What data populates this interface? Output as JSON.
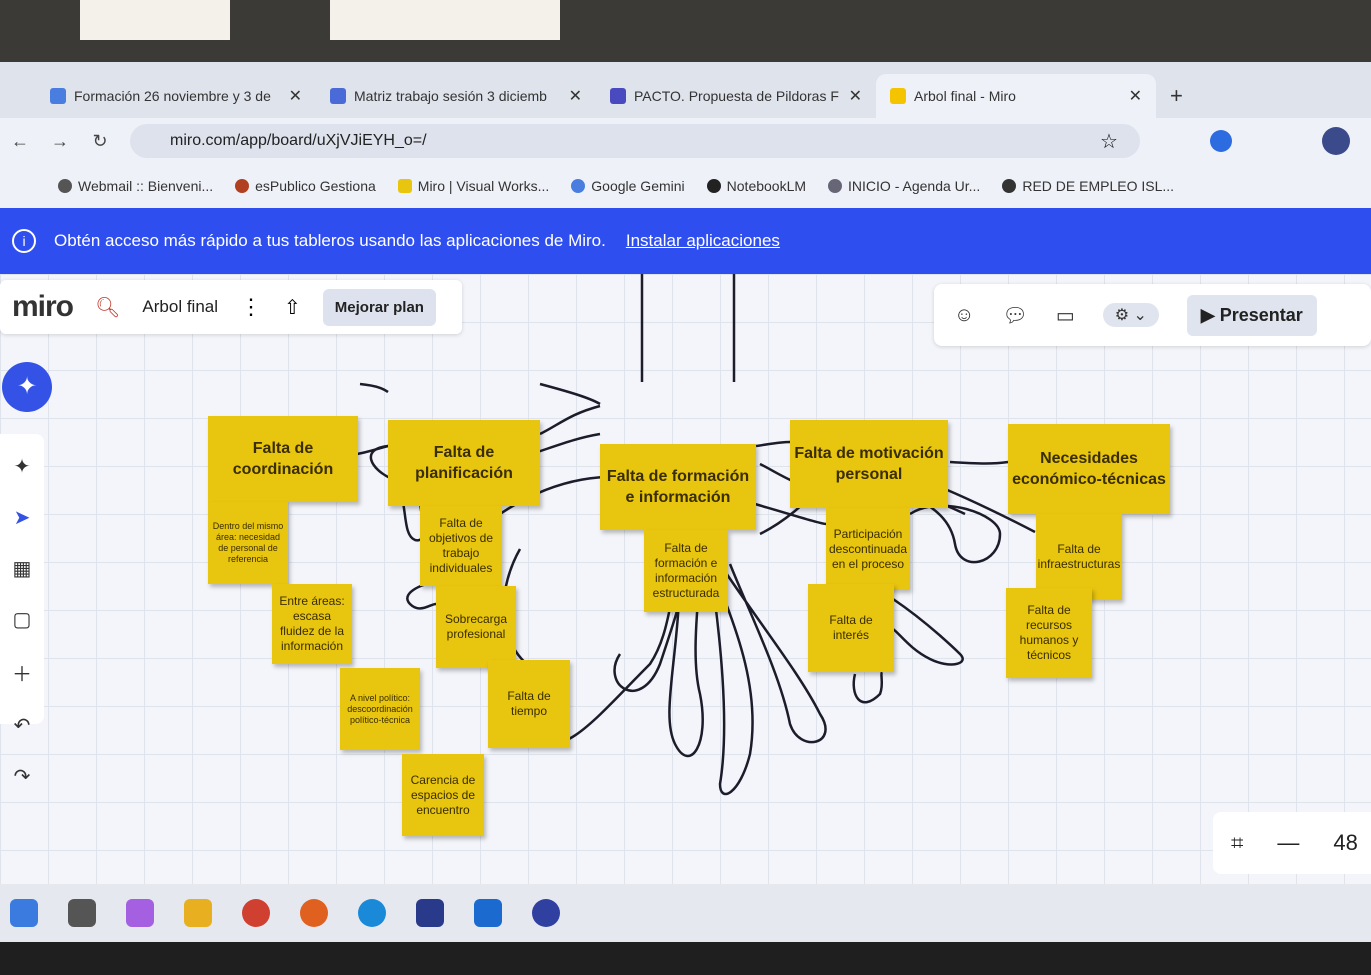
{
  "browser": {
    "tabs": [
      {
        "title": "Formación 26 noviembre y 3 de",
        "color": "#4a7de0"
      },
      {
        "title": "Matriz trabajo sesión 3 diciemb",
        "color": "#4a6ad8"
      },
      {
        "title": "PACTO. Propuesta de Pildoras F",
        "color": "#4a4ac0"
      },
      {
        "title": "Arbol final - Miro",
        "color": "#f5c400",
        "active": true
      }
    ],
    "url": "miro.com/app/board/uXjVJiEYH_o=/",
    "bookmarks": [
      "Webmail :: Bienveni...",
      "esPublico Gestiona",
      "Miro | Visual Works...",
      "Google Gemini",
      "NotebookLM",
      "INICIO - Agenda Ur...",
      "RED DE EMPLEO ISL..."
    ]
  },
  "banner": {
    "text": "Obtén acceso más rápido a tus tableros usando las aplicaciones de Miro.",
    "link": "Instalar aplicaciones"
  },
  "miro": {
    "logo": "miro",
    "board_name": "Arbol final",
    "upgrade": "Mejorar plan",
    "present": "Presentar",
    "zoom": "48"
  },
  "notes": {
    "main": [
      "Falta de coordinación",
      "Falta de planificación",
      "Falta de formación e información",
      "Falta de motivación personal",
      "Necesidades económico-técnicas"
    ],
    "sub": {
      "coord": [
        "Dentro del mismo área: necesidad de personal de referencia",
        "Entre áreas: escasa fluidez de la información",
        "A nivel político: descoordinación político-técnica",
        "Carencia de espacios de encuentro"
      ],
      "plan": [
        "Falta de objetivos de trabajo individuales",
        "Sobrecarga profesional",
        "Falta de tiempo"
      ],
      "form": [
        "Falta de formación e información estructurada"
      ],
      "motiv": [
        "Participación descontinuada en el proceso",
        "Falta de interés"
      ],
      "econ": [
        "Falta de infraestructuras",
        "Falta de recursos humanos y técnicos"
      ]
    }
  }
}
